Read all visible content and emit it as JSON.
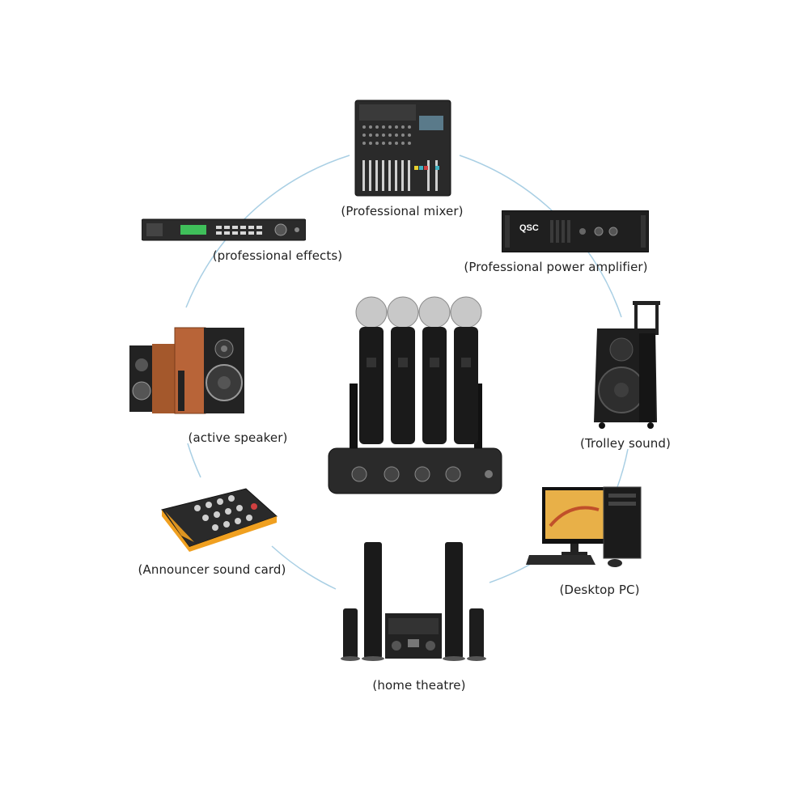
{
  "devices": {
    "mixer": {
      "label": "(Professional mixer)",
      "icon": "audio-mixer-icon"
    },
    "amplifier": {
      "label": "(Professional power amplifier)",
      "icon": "power-amplifier-icon",
      "brand": "QSC"
    },
    "trolley": {
      "label": "(Trolley sound)",
      "icon": "trolley-speaker-icon"
    },
    "desktop": {
      "label": "(Desktop PC)",
      "icon": "desktop-pc-icon"
    },
    "theatre": {
      "label": "(home theatre)",
      "icon": "home-theatre-icon"
    },
    "soundcard": {
      "label": "(Announcer sound card)",
      "icon": "sound-card-icon"
    },
    "speaker": {
      "label": "(active speaker)",
      "icon": "active-speaker-icon"
    },
    "effects": {
      "label": "(professional effects)",
      "icon": "effects-processor-icon"
    }
  },
  "center": {
    "icon": "wireless-microphone-system-icon",
    "microphone_count": 4
  },
  "colors": {
    "ring": "#a9cfe4",
    "device_dark": "#1c1c1c",
    "wood": "#a4582c",
    "card_orange": "#f0a020"
  }
}
